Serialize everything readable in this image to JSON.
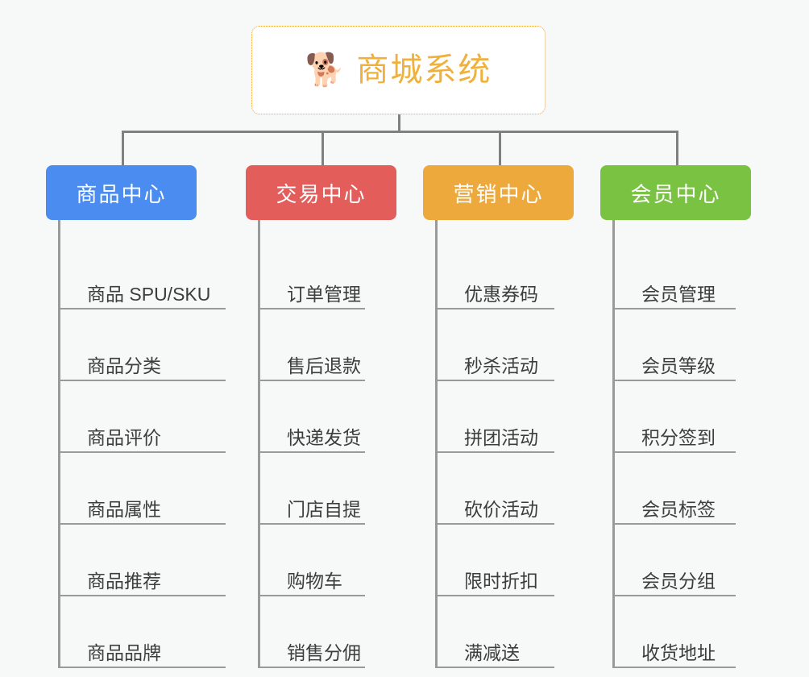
{
  "diagram": {
    "title": "商城系统",
    "type": "organization-tree",
    "background_color": "#f7f8f8",
    "connector_color": "#808080"
  },
  "root": {
    "label": "商城系统",
    "emoji": "🐕",
    "emoji_name": "shiba-dog-face",
    "text_color": "#f0b03c",
    "border_color": "#e8a33d",
    "background_color": "#ffffff"
  },
  "columns": [
    {
      "id": "product-center",
      "label": "商品中心",
      "color": "#4a8cf0",
      "items": [
        "商品 SPU/SKU",
        "商品分类",
        "商品评价",
        "商品属性",
        "商品推荐",
        "商品品牌"
      ]
    },
    {
      "id": "trade-center",
      "label": "交易中心",
      "color": "#e35d5b",
      "items": [
        "订单管理",
        "售后退款",
        "快递发货",
        "门店自提",
        "购物车",
        "销售分佣"
      ]
    },
    {
      "id": "marketing-center",
      "label": "营销中心",
      "color": "#eda93c",
      "items": [
        "优惠券码",
        "秒杀活动",
        "拼团活动",
        "砍价活动",
        "限时折扣",
        "满减送"
      ]
    },
    {
      "id": "member-center",
      "label": "会员中心",
      "color": "#79c242",
      "items": [
        "会员管理",
        "会员等级",
        "积分签到",
        "会员标签",
        "会员分组",
        "收货地址"
      ]
    }
  ]
}
